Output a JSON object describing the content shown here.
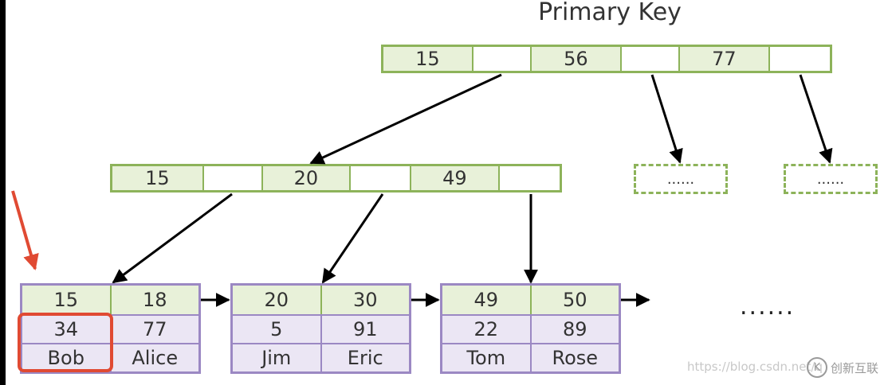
{
  "title": "Primary Key",
  "root_node": {
    "keys": [
      "15",
      "56",
      "77"
    ]
  },
  "internal_node": {
    "keys": [
      "15",
      "20",
      "49"
    ]
  },
  "placeholders": [
    "......",
    "......"
  ],
  "leaves": [
    {
      "keys": [
        "15",
        "18"
      ],
      "ids": [
        "34",
        "77"
      ],
      "names": [
        "Bob",
        "Alice"
      ]
    },
    {
      "keys": [
        "20",
        "30"
      ],
      "ids": [
        "5",
        "91"
      ],
      "names": [
        "Jim",
        "Eric"
      ]
    },
    {
      "keys": [
        "49",
        "50"
      ],
      "ids": [
        "22",
        "89"
      ],
      "names": [
        "Tom",
        "Rose"
      ]
    }
  ],
  "trailing_ellipsis": "......",
  "watermark": "https://blog.csdn.net/q",
  "brand": {
    "mark": "K",
    "text": "创新互联"
  },
  "colors": {
    "key_fill": "#e8f1d9",
    "key_border": "#8db35a",
    "value_fill": "#ebe6f4",
    "value_border": "#9b88c3",
    "highlight": "#e04a33"
  }
}
